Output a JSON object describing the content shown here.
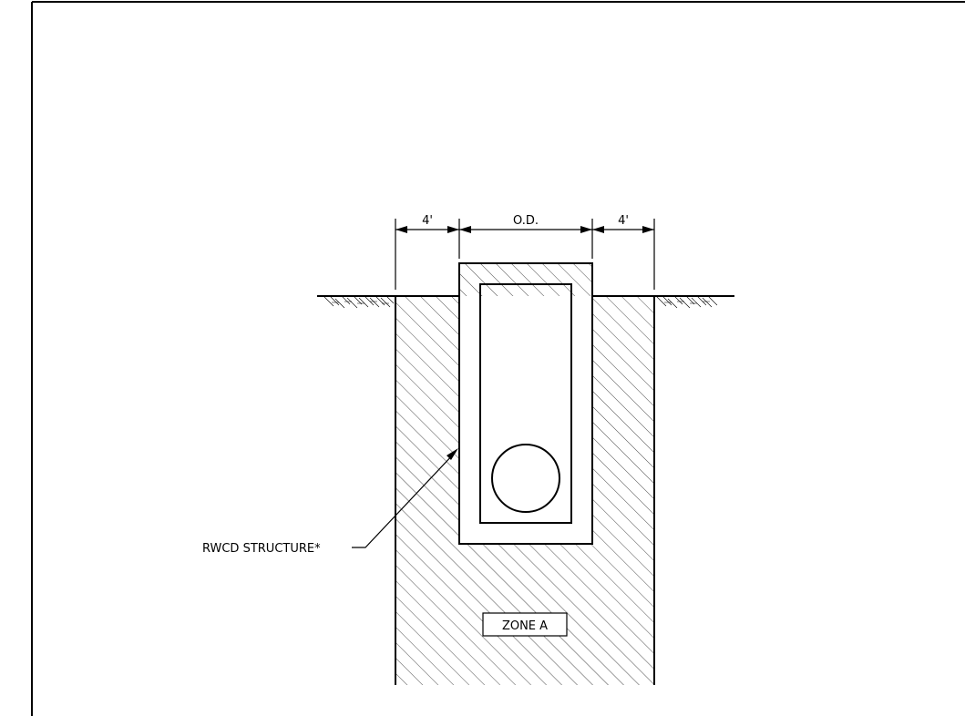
{
  "drawing": {
    "dimensions": {
      "left_offset": "4'",
      "outer_diameter": "O.D.",
      "right_offset": "4'"
    },
    "callouts": {
      "structure": "RWCD STRUCTURE*"
    },
    "labels": {
      "zone": "ZONE A"
    }
  }
}
